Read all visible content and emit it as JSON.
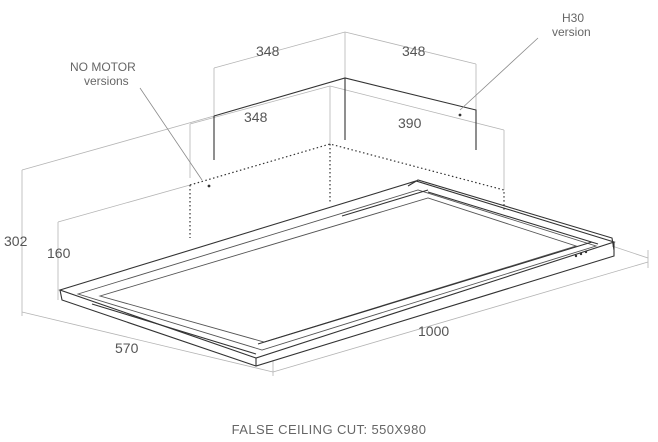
{
  "dimensions": {
    "top_left": "348",
    "top_right": "348",
    "mid_left": "348",
    "mid_right": "390",
    "height_total": "302",
    "height_body": "160",
    "depth": "570",
    "width": "1000"
  },
  "notes": {
    "h30_line1": "H30",
    "h30_line2": "version",
    "no_motor_line1": "NO MOTOR",
    "no_motor_line2": "versions"
  },
  "caption": "FALSE CEILING CUT: 550X980",
  "colors": {
    "line": "#333333",
    "dimension": "#b4b4b4",
    "text": "#555555"
  }
}
